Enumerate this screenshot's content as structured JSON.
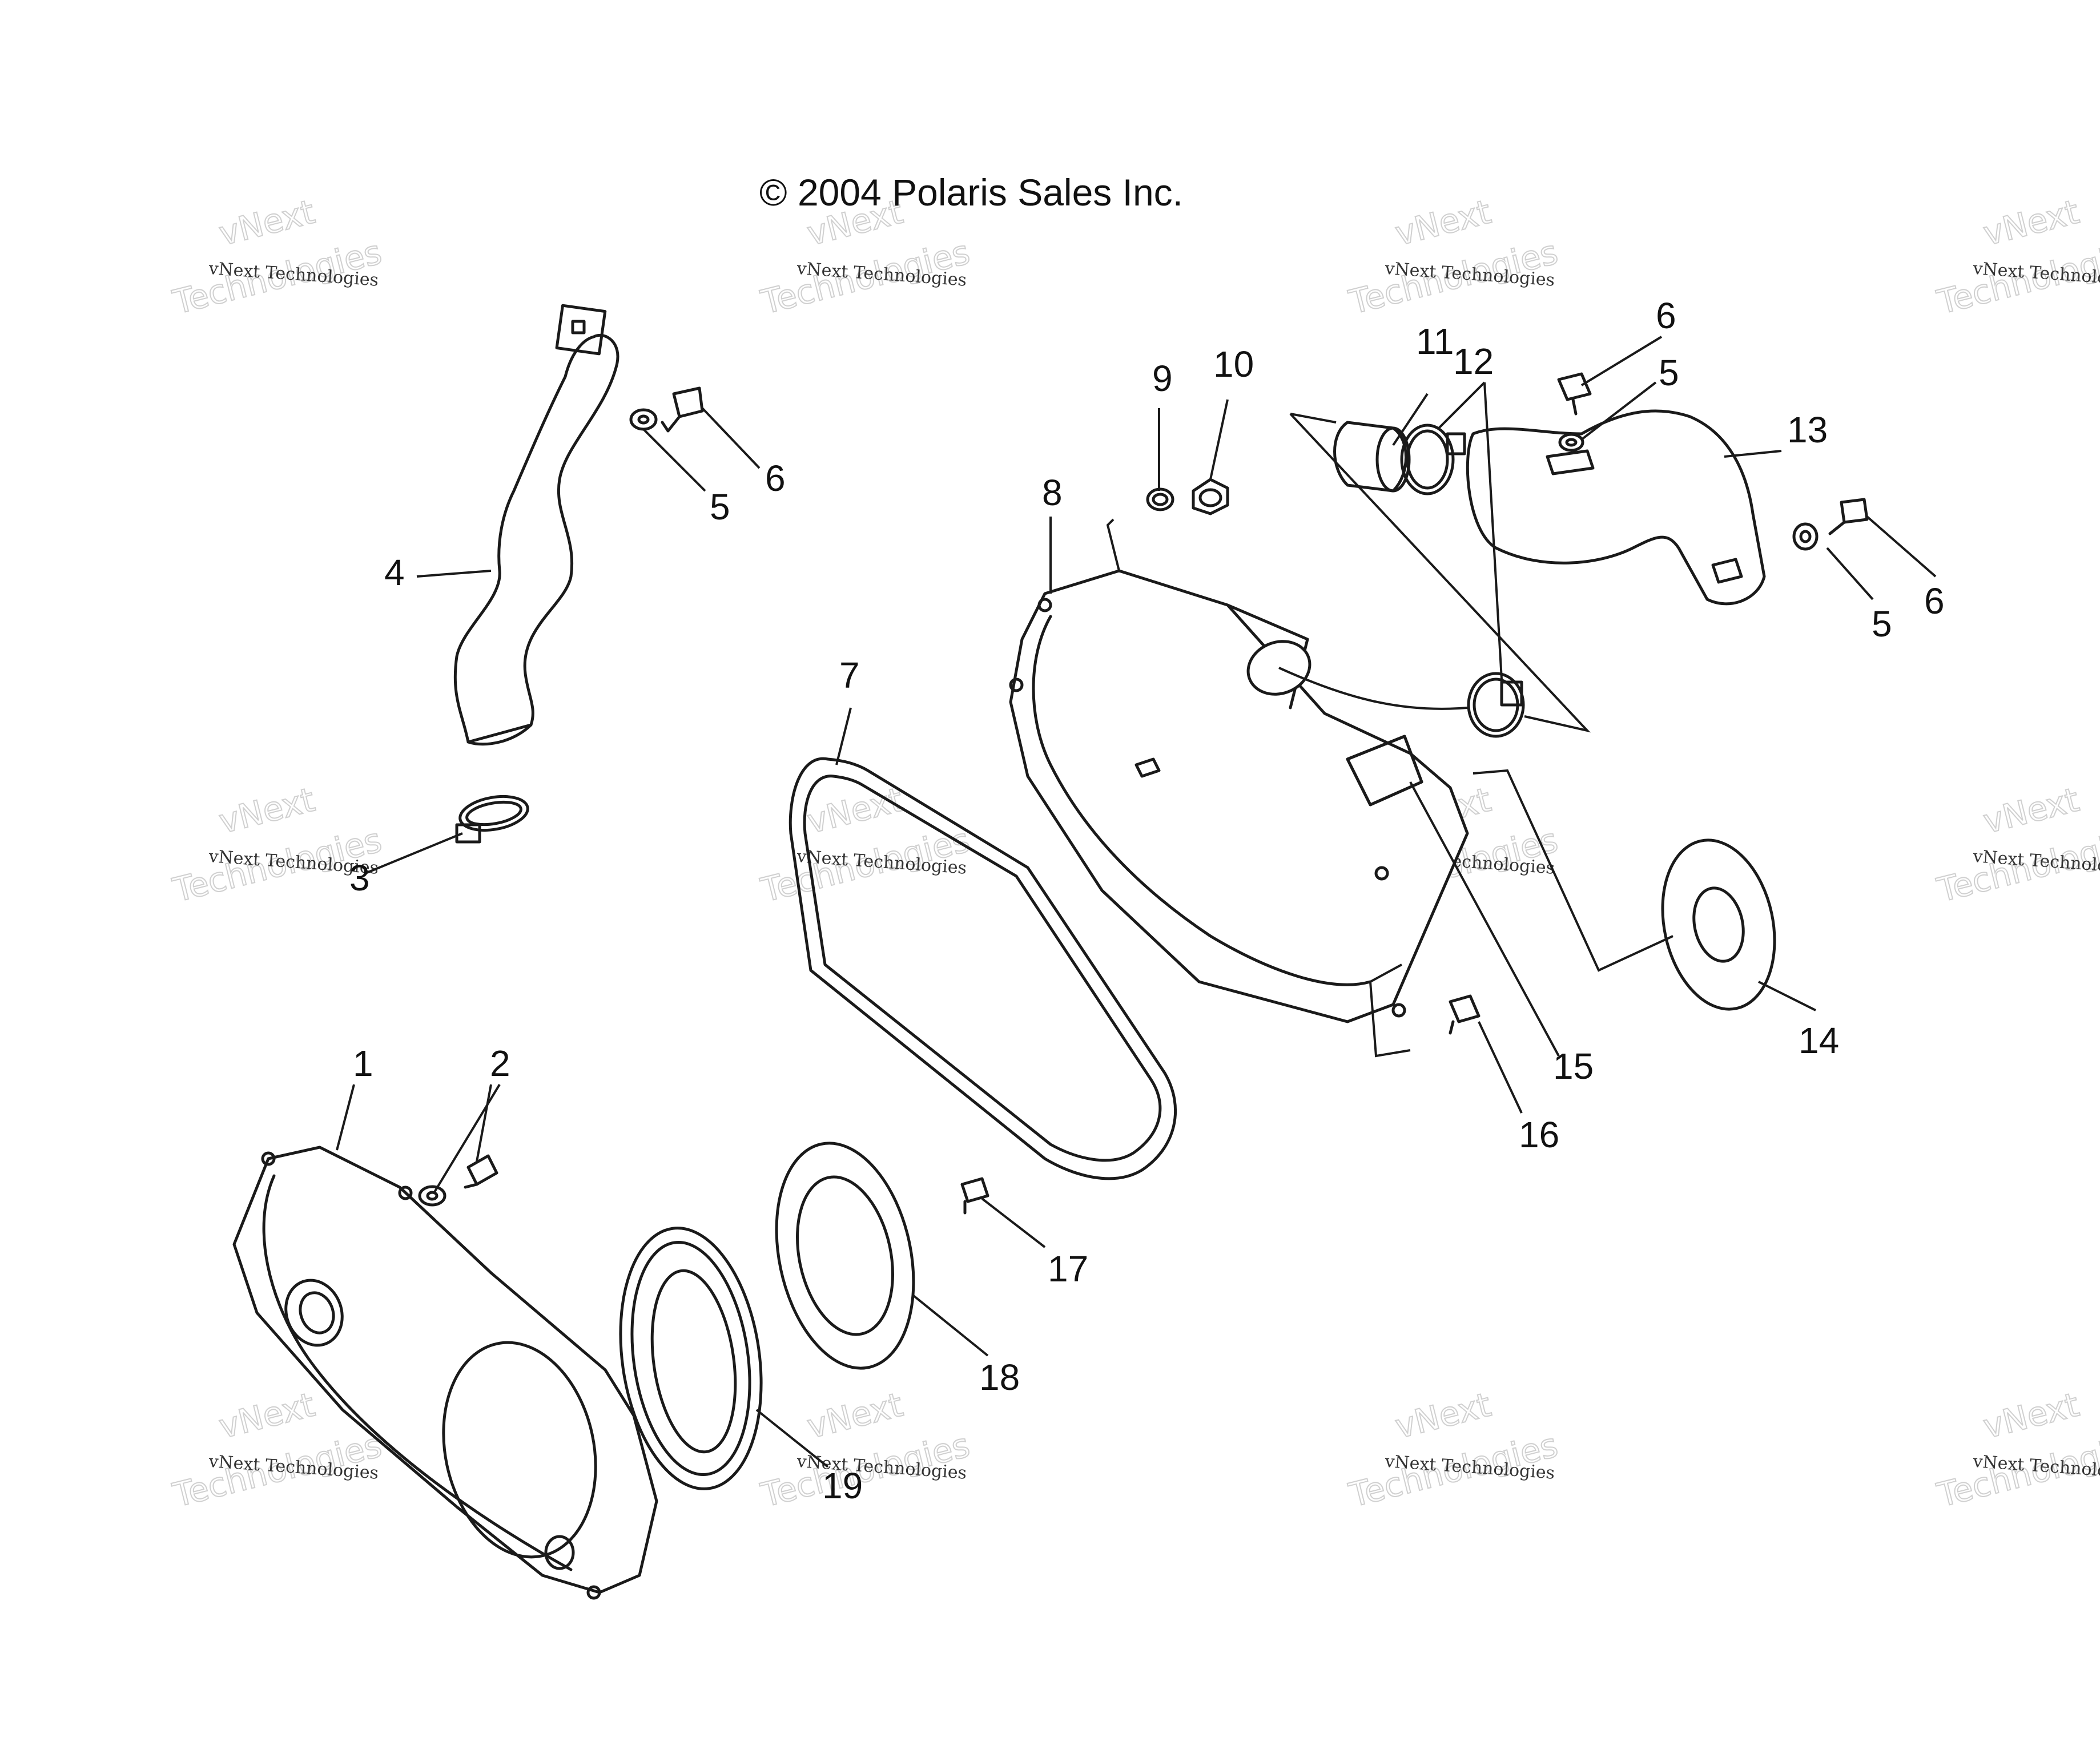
{
  "copyright": "© 2004 Polaris Sales Inc.",
  "watermark": {
    "small": "vNext Technologies",
    "big_line1": "vNext",
    "big_line2": "Technologies"
  },
  "callouts": {
    "c1": "1",
    "c2": "2",
    "c3": "3",
    "c4": "4",
    "c5a": "5",
    "c6a": "6",
    "c5b": "5",
    "c6b": "6",
    "c5c": "5",
    "c6c": "6",
    "c7": "7",
    "c8": "8",
    "c9": "9",
    "c10": "10",
    "c11": "11",
    "c12": "12",
    "c13": "13",
    "c14": "14",
    "c15": "15",
    "c16": "16",
    "c17": "17",
    "c18": "18",
    "c19": "19"
  },
  "colors": {
    "line": "#1a1a1a",
    "background": "#ffffff",
    "watermark_outline": "#d0d0d0"
  }
}
